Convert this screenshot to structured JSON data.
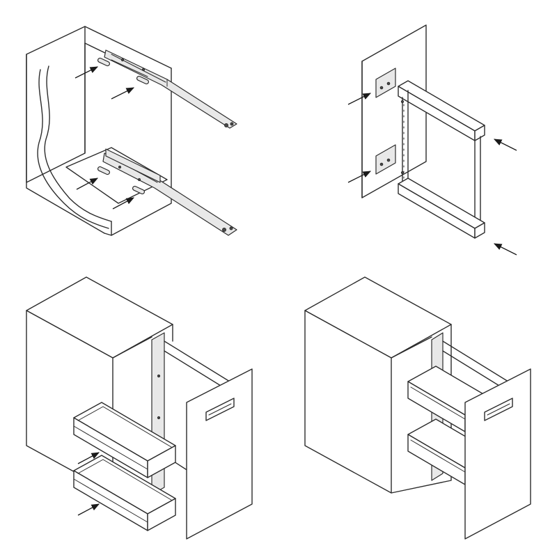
{
  "figure": {
    "panels": [
      {
        "id": "step-1",
        "description_icon": "drawer-slides-mounting"
      },
      {
        "id": "step-2",
        "description_icon": "front-panel-bracket-mounting"
      },
      {
        "id": "step-3",
        "description_icon": "basket-insertion"
      },
      {
        "id": "step-4",
        "description_icon": "assembled-pull-out-unit"
      }
    ],
    "colors": {
      "line": "#2b2b2b",
      "fill": "#ffffff",
      "accent": "#e8e8e8"
    }
  }
}
